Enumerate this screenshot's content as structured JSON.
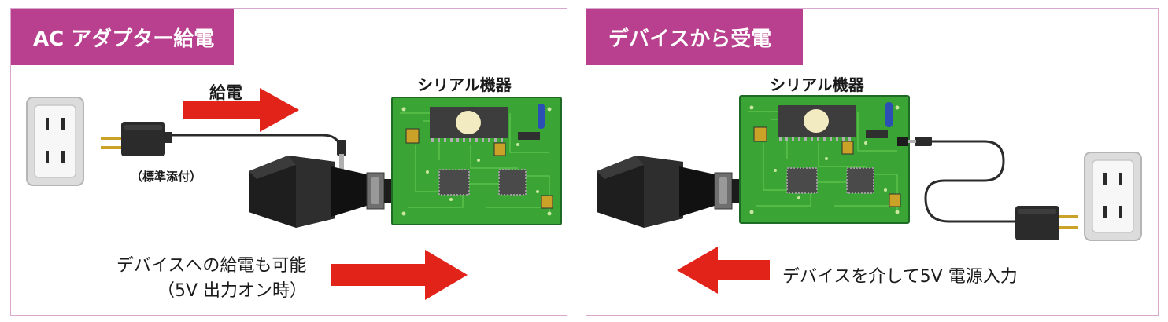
{
  "colors": {
    "title_bg": "#b8408f",
    "panel_border": "#d9a8cf",
    "arrow": "#e2231a",
    "pcb": "#3aa535",
    "pcb_dark": "#1f6b26",
    "pcb_trace": "#5cc24c",
    "chip": "#4a4a4a",
    "outlet_bg": "#dcdcdc",
    "adapter_body": "#2b2b2b"
  },
  "left_panel": {
    "title": "AC アダプター給電",
    "feed_label": "給電",
    "device_label": "シリアル機器",
    "included_label": "（標準添付）",
    "note_line1": "デバイスへの給電も可能",
    "note_line2": "（5V 出力オン時）"
  },
  "right_panel": {
    "title": "デバイスから受電",
    "device_label": "シリアル機器",
    "note": "デバイスを介して5V 電源入力"
  },
  "icons": {
    "outlet": "wall-outlet-icon",
    "ac_adapter": "ac-adapter-icon",
    "serial_converter": "serial-converter-icon",
    "circuit_board": "circuit-board-icon",
    "arrow_right": "arrow-right-icon",
    "arrow_left": "arrow-left-icon"
  }
}
